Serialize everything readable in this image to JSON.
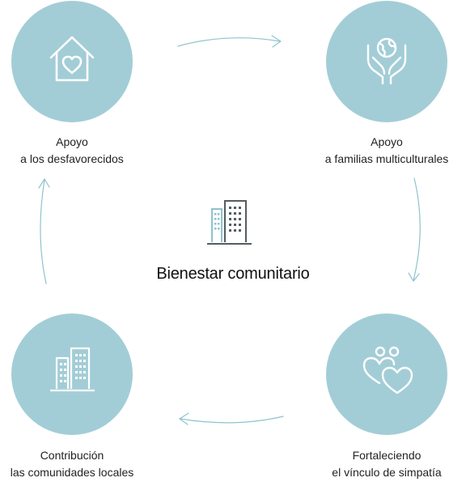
{
  "center": {
    "title": "Bienestar comunitario",
    "icon": "building-icon"
  },
  "nodes": [
    {
      "id": "top-left",
      "line1": "Apoyo",
      "line2": "a los desfavorecidos",
      "icon": "house-heart-icon"
    },
    {
      "id": "top-right",
      "line1": "Apoyo",
      "line2": "a familias multiculturales",
      "icon": "hands-globe-icon"
    },
    {
      "id": "bottom-right",
      "line1": "Fortaleciendo",
      "line2": "el vínculo de simpatía",
      "icon": "people-hearts-icon"
    },
    {
      "id": "bottom-left",
      "line1": "Contribución",
      "line2": "las comunidades locales",
      "icon": "building-icon"
    }
  ],
  "colors": {
    "circle": "#a3cdd6",
    "arrow": "#8ec3cf",
    "icon_dark": "#555c61",
    "icon_accent": "#8ec3cf"
  }
}
